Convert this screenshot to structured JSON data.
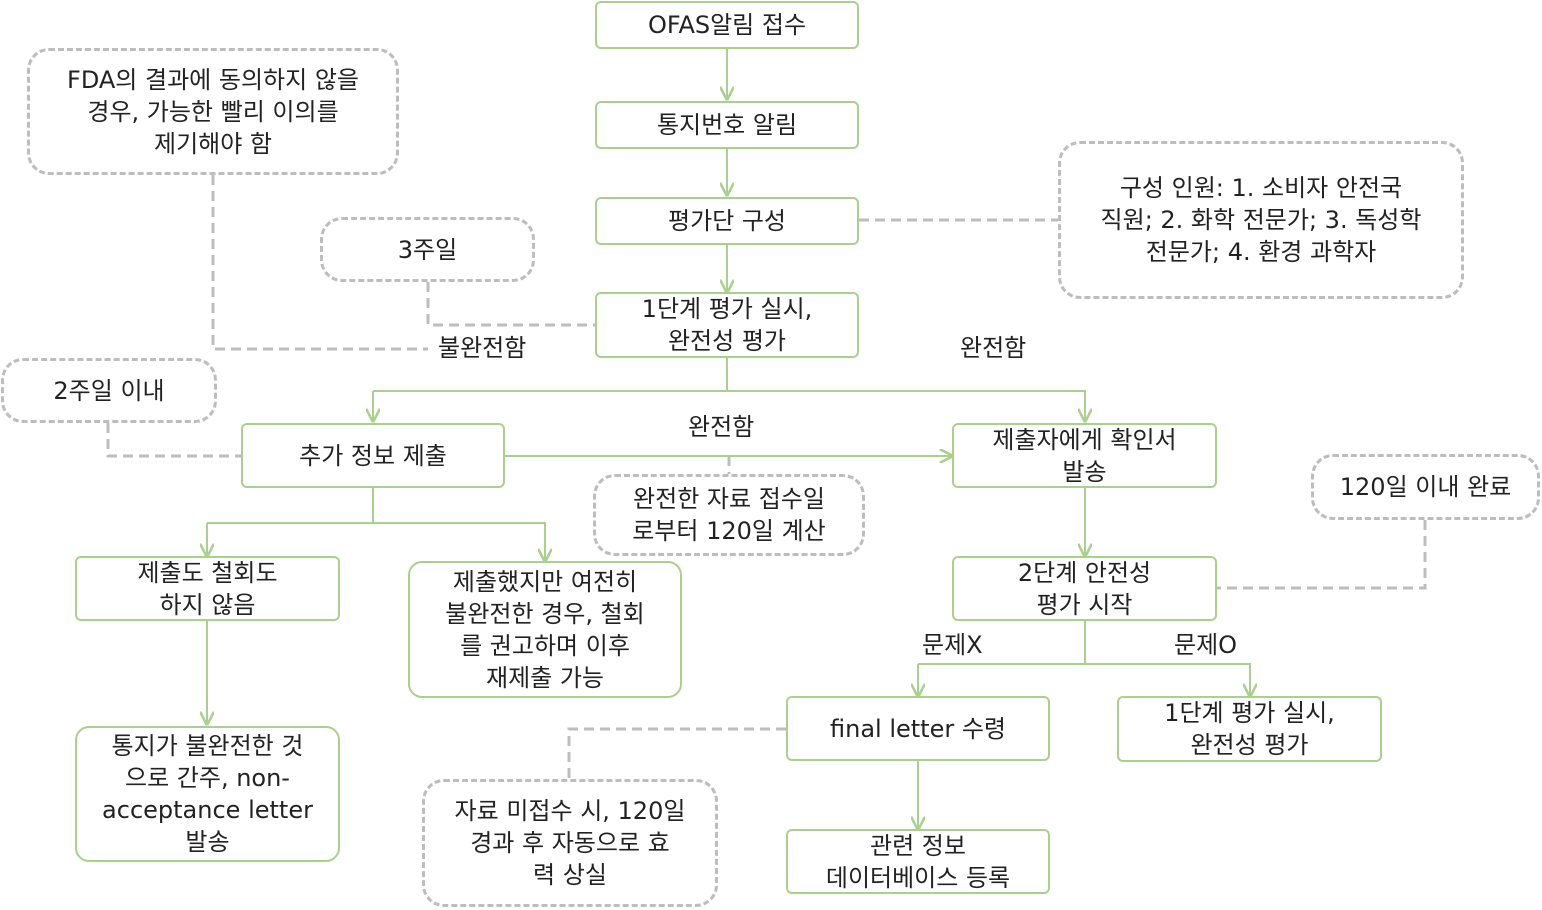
{
  "nodes": {
    "ofas_receipt": "OFAS알림 접수",
    "notice_number": "통지번호 알림",
    "form_panel": "평가단 구성",
    "stage1_eval": "1단계 평가 실시,\n완전성 평가",
    "submit_more_info": "추가 정보 제출",
    "send_confirmation": "제출자에게 확인서\n발송",
    "no_submit_no_withdraw": "제출도 철회도\n하지 않음",
    "still_incomplete": "제출했지만 여전히\n불완전한 경우, 철회\n를 권고하며 이후\n재제출 가능",
    "considered_incomplete": "통지가 불완전한 것\n으로 간주, non-\nacceptance letter\n발송",
    "stage2_start": "2단계 안전성\n평가 시작",
    "final_letter": "final letter 수령",
    "stage1_repeat": "1단계 평가 실시,\n완전성 평가",
    "db_register": "관련 정보\n데이터베이스 등록"
  },
  "notes": {
    "objection": "FDA의 결과에 동의하지 않을\n경우, 가능한 빨리 이의를\n제기해야 함",
    "three_weeks": "3주일",
    "panel_members": "구성 인원: 1. 소비자 안전국\n직원;  2. 화학 전문가;  3. 독성학\n전문가;  4. 환경 과학자",
    "within_two_weeks": "2주일 이내",
    "count_120": "완전한 자료 접수일\n로부터 120일 계산",
    "within_120": "120일 이내 완료",
    "auto_expire": "자료 미접수 시, 120일\n경과 후 자동으로 효\n력 상실"
  },
  "edge_labels": {
    "incomplete": "불완전함",
    "complete_top": "완전함",
    "complete_mid": "완전함",
    "issue_x": "문제X",
    "issue_o": "문제O"
  },
  "colors": {
    "solid_border": "#a9d08e",
    "dashed_border": "#bdbdbd",
    "arrow": "#a9d08e"
  }
}
